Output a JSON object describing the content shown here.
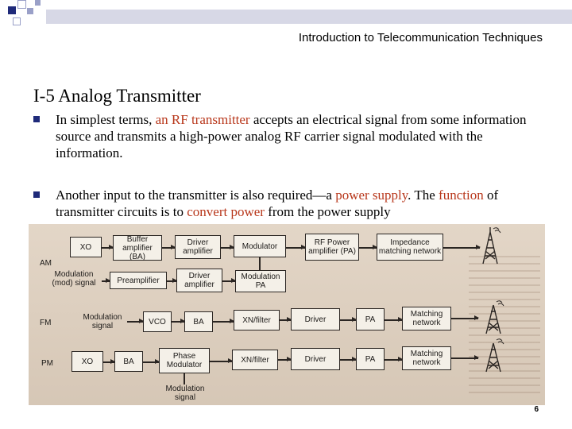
{
  "header": {
    "title": "Introduction to Telecommunication Techniques"
  },
  "slide": {
    "title": "I-5 Analog Transmitter",
    "bullets": [
      {
        "pre": "In simplest terms, ",
        "hl1": "an RF transmitter",
        "post": " accepts an electrical signal from some information source and transmits a high-power analog RF carrier signal modulated with the information."
      },
      {
        "pre": "Another input to the transmitter is also required—a ",
        "hl1": "power supply",
        "mid1": ". The ",
        "hl2": "function",
        "mid2": " of transmitter circuits is to ",
        "hl3": "convert power",
        "post": " from the power supply"
      }
    ]
  },
  "figure": {
    "rows": {
      "am": {
        "label": "AM",
        "top_blocks": [
          "XO",
          "Buffer amplifier (BA)",
          "Driver amplifier",
          "Modulator",
          "RF Power amplifier (PA)",
          "Impedance matching network"
        ],
        "input_label": "Modulation (mod) signal",
        "bottom_blocks": [
          "Preamplifier",
          "Driver amplifier",
          "Modulation PA"
        ]
      },
      "fm": {
        "label": "FM",
        "input_label": "Modulation signal",
        "blocks": [
          "VCO",
          "BA",
          "XN/filter",
          "Driver",
          "PA",
          "Matching network"
        ]
      },
      "pm": {
        "label": "PM",
        "blocks": [
          "XO",
          "BA",
          "Phase Modulator",
          "XN/filter",
          "Driver",
          "PA",
          "Matching network"
        ],
        "input_label": "Modulation signal"
      }
    }
  },
  "page_number": "6",
  "colors": {
    "accent": "#1f2a7a",
    "highlight": "#b8371b"
  }
}
